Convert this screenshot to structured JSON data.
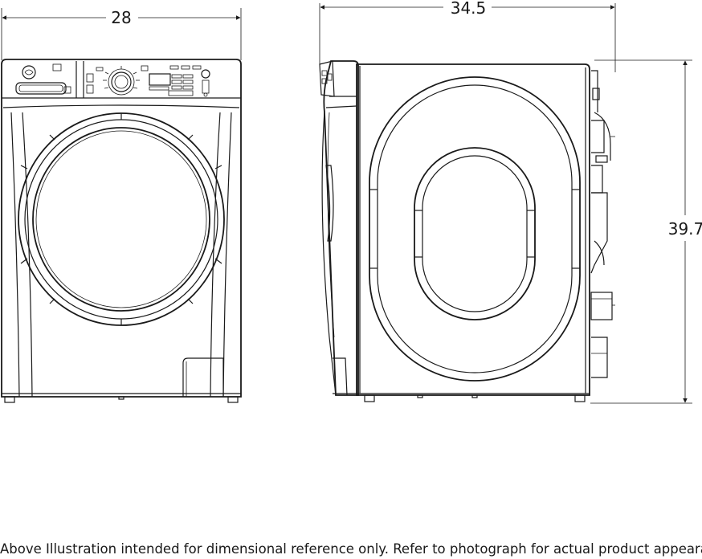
{
  "dimensions": {
    "width": "28",
    "depth": "34.5",
    "height": "39.7"
  },
  "caption": "Above Illustration intended for dimensional reference only. Refer to photograph for actual product appearance."
}
